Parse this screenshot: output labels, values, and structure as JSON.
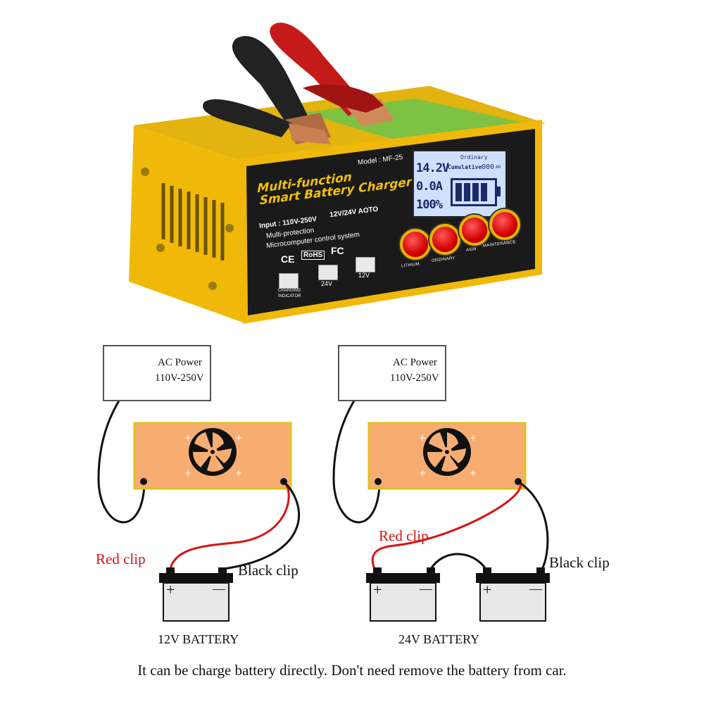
{
  "product": {
    "model": "Model : MF-25",
    "title_line1": "Multi-function",
    "title_line2": "Smart  Battery Charger",
    "input": "Input : 110V-250V",
    "voltage_mode": "12V/24V AOTO",
    "feature1": "Multi-protection",
    "feature2": "Microcomputer control system",
    "cert_ce": "CE",
    "cert_rohs": "RoHS",
    "cert_fc": "FC",
    "lcd": {
      "voltage": "14.2V",
      "current": "0.0A",
      "percent": "100%",
      "mode": "Ordinary",
      "cumulative_label": "Cumulative",
      "cumulative_value": "000",
      "cumulative_unit": "AH"
    },
    "mode_buttons": [
      "LITHIUM",
      "ORDINARY",
      "AGM",
      "MAINTENANCE"
    ],
    "indicators": {
      "charging_line1": "CHARGING",
      "charging_line2": "INDICATOR",
      "v24": "24V",
      "v12": "12V"
    },
    "colors": {
      "body": "#f2c200",
      "panel": "#1a1a1a",
      "accent_green": "#7dc242"
    }
  },
  "diagram_12v": {
    "ac_line1": "AC Power",
    "ac_line2": "110V-250V",
    "red_clip": "Red clip",
    "black_clip": "Black clip",
    "plus": "+",
    "minus": "—",
    "battery_label": "12V BATTERY"
  },
  "diagram_24v": {
    "ac_line1": "AC Power",
    "ac_line2": "110V-250V",
    "red_clip": "Red clip",
    "black_clip": "Black clip",
    "plus": "+",
    "minus": "—",
    "battery_label": "24V BATTERY"
  },
  "caption": "It can be charge battery directly. Don't need remove the battery from car.",
  "colors": {
    "charger_box": "#f7ad72",
    "charger_border": "#e3c01e",
    "red_wire": "#d41515"
  }
}
